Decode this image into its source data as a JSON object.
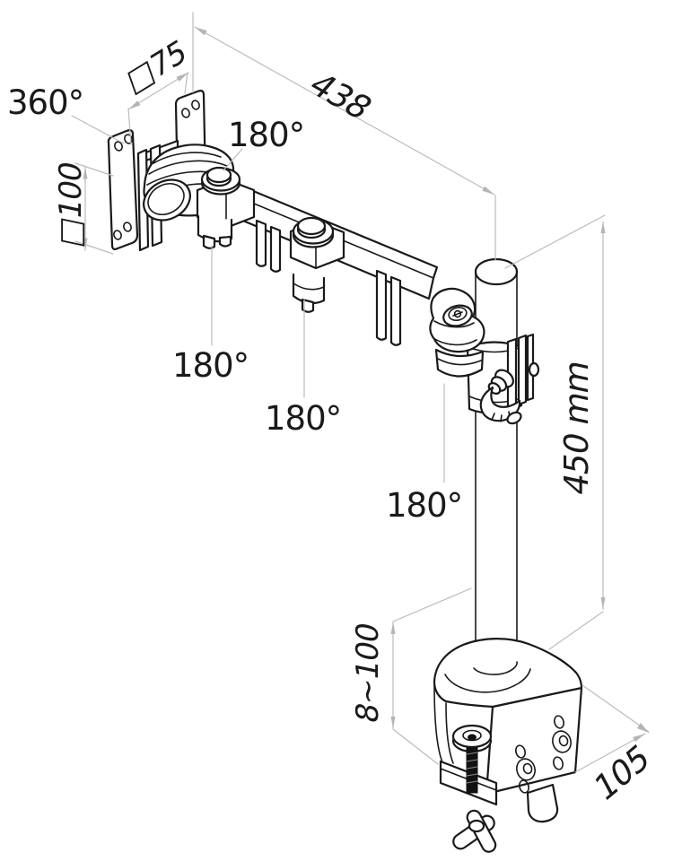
{
  "diagram": {
    "kind": "technical-drawing",
    "subject": "articulated monitor desk mount with clamp",
    "colors": {
      "line": "#1a1a1a",
      "dimension": "#bcbcbc",
      "background": "#ffffff"
    },
    "labels": {
      "swivel_rotation": "360°",
      "vesa_75": "□75",
      "arm_length": "438",
      "vesa_100": "□100",
      "joint_rotation_1": "180°",
      "joint_rotation_2": "180°",
      "joint_rotation_3": "180°",
      "joint_rotation_4": "180°",
      "pole_height": "450 mm",
      "clamp_range": "8~100",
      "clamp_depth": "105"
    }
  }
}
